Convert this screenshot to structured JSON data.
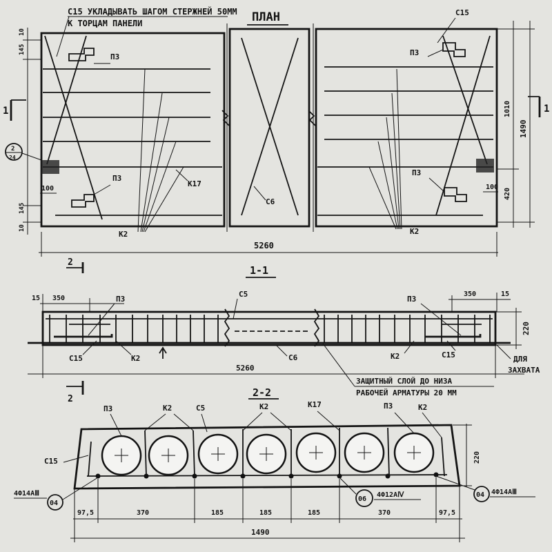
{
  "notes": {
    "top_note_line1": "C15 УКЛАДЫВАТЬ ШАГОМ СТЕРЖНЕЙ 50ММ",
    "top_note_line2": "К ТОРЦАМ ПАНЕЛИ",
    "protective_line1": "ЗАЩИТНЫЙ СЛОЙ ДО НИЗА",
    "protective_line2": "РАБОЧЕЙ АРМАТУРЫ 20 ММ",
    "grip_line1": "ДЛЯ",
    "grip_line2": "ЗАХВАТА"
  },
  "plan": {
    "title": "ПЛАН",
    "labels": {
      "p3_top_left": "П3",
      "p3_bottom_left": "П3",
      "p3_top_right": "П3",
      "p3_bottom_right": "П3",
      "c15_top_right": "С15",
      "k2_left": "К2",
      "k2_right": "К2",
      "k17": "К17",
      "c6": "С6",
      "node_num": "2",
      "node_sheet": "24"
    },
    "dims": {
      "d145_top_left": "145",
      "d10_top_left": "10",
      "d145_bottom_left": "145",
      "d10_bottom_left": "10",
      "d100_left": "100",
      "d100_right": "100",
      "d1010": "1010",
      "d420": "420",
      "d1490": "1490",
      "d5260": "5260"
    },
    "cut_marker": "1"
  },
  "section1": {
    "title": "1-1",
    "labels": {
      "p3_left": "П3",
      "p3_right": "П3",
      "c5": "С5",
      "c15_left": "С15",
      "c15_right": "С15",
      "k2_left": "К2",
      "k2_right": "К2",
      "c6": "С6"
    },
    "dims": {
      "d15_left": "15",
      "d350_left": "350",
      "d350_right": "350",
      "d15_right": "15",
      "d220": "220",
      "d5260": "5260"
    },
    "cut_marker": "2"
  },
  "section2": {
    "title": "2-2",
    "labels": {
      "p3_left": "П3",
      "k2_a": "К2",
      "c5": "С5",
      "k2_b": "К2",
      "k17": "К17",
      "p3_right": "П3",
      "k2_c": "К2",
      "c15": "С15",
      "bar_left": "4Ф14АⅢ",
      "bar_left_pos": "04",
      "bar_mid": "4Ф12АⅣ",
      "bar_mid_pos": "06",
      "bar_right": "4Ф14АⅢ",
      "bar_right_pos": "04"
    },
    "dims": {
      "d97_5_left": "97,5",
      "d370_left": "370",
      "d185_a": "185",
      "d185_b": "185",
      "d185_c": "185",
      "d370_right": "370",
      "d97_5_right": "97,5",
      "d1490": "1490",
      "d220": "220"
    }
  }
}
